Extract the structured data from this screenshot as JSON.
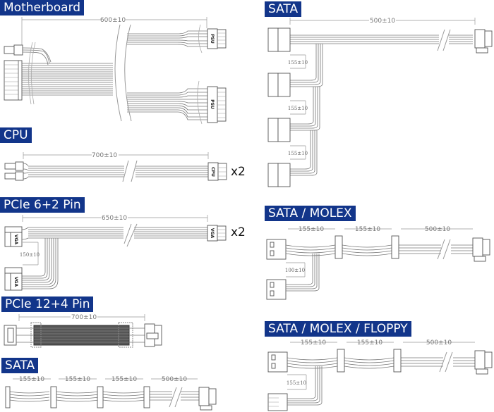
{
  "sections": {
    "motherboard": {
      "title": "Motherboard",
      "length": "600±10",
      "connector_labels": [
        "PSU",
        "PSU"
      ]
    },
    "cpu": {
      "title": "CPU",
      "length": "700±10",
      "connector_label": "CPU",
      "quantity": "x2"
    },
    "pcie62": {
      "title": "PCIe 6+2 Pin",
      "length": "650±10",
      "split": "150±10",
      "connector_label": "VGA",
      "quantity": "x2"
    },
    "pcie124": {
      "title": "PCIe 12+4 Pin",
      "length": "700±10"
    },
    "sata_bottom": {
      "title": "SATA",
      "spacings": [
        "155±10",
        "155±10",
        "155±10",
        "500±10"
      ]
    },
    "sata_right": {
      "title": "SATA",
      "length": "500±10",
      "spacings": [
        "155±10",
        "155±10",
        "155±10"
      ]
    },
    "sata_molex": {
      "title": "SATA / MOLEX",
      "spacings": [
        "155±10",
        "155±10",
        "500±10"
      ],
      "split": "100±10"
    },
    "sata_molex_floppy": {
      "title": "SATA / MOLEX / FLOPPY",
      "spacings": [
        "155±10",
        "155±10",
        "500±10"
      ],
      "split": "155±10"
    }
  },
  "colors": {
    "label_bg": "#12358a",
    "label_text": "#ffffff",
    "wire": "#777777"
  }
}
